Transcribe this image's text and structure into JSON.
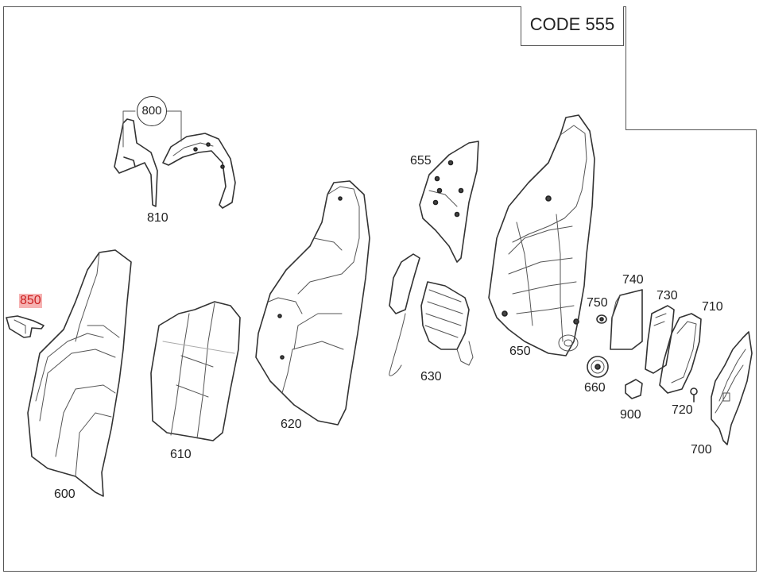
{
  "diagram": {
    "code_label": "CODE 555",
    "parts": {
      "p850": "850",
      "p800": "800",
      "p810": "810",
      "p600": "600",
      "p610": "610",
      "p620": "620",
      "p655": "655",
      "p630": "630",
      "p650": "650",
      "p740": "740",
      "p750": "750",
      "p730": "730",
      "p710": "710",
      "p660": "660",
      "p900": "900",
      "p720": "720",
      "p700": "700"
    },
    "highlight_color": "#f6b2b2"
  }
}
